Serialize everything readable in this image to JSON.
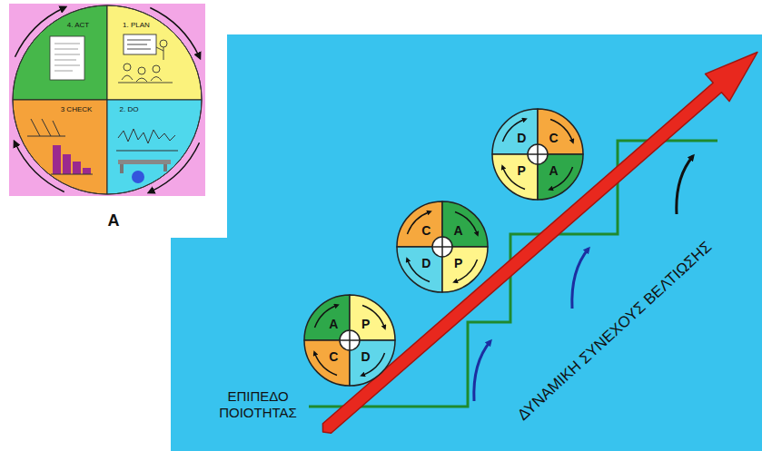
{
  "diagram": {
    "nodes": [
      {
        "text": [
          "4. ACT"
        ]
      },
      {
        "text": [
          "1. PLAN"
        ]
      },
      {
        "text": [
          "3 CHECK"
        ]
      },
      {
        "text": [
          "2. DO"
        ]
      },
      {
        "text": [
          "A"
        ]
      },
      {
        "text": [
          "P"
        ]
      },
      {
        "text": [
          "C"
        ]
      },
      {
        "text": [
          "D"
        ]
      },
      {
        "text": [
          "C"
        ]
      },
      {
        "text": [
          "A"
        ]
      },
      {
        "text": [
          "D"
        ]
      },
      {
        "text": [
          "P"
        ]
      },
      {
        "text": [
          "D"
        ]
      },
      {
        "text": [
          "C"
        ]
      },
      {
        "text": [
          "P"
        ]
      },
      {
        "text": [
          "A"
        ]
      }
    ],
    "labels": [
      "A",
      "ΕΠΙΠΕΔΟ ΠΟΙΟΤΗΤΑΣ",
      "ΔΥΝΑΜΙΚΗ ΣΥΝΕΧΟΥΣ ΒΕΛΤΙΩΣΗΣ"
    ]
  }
}
